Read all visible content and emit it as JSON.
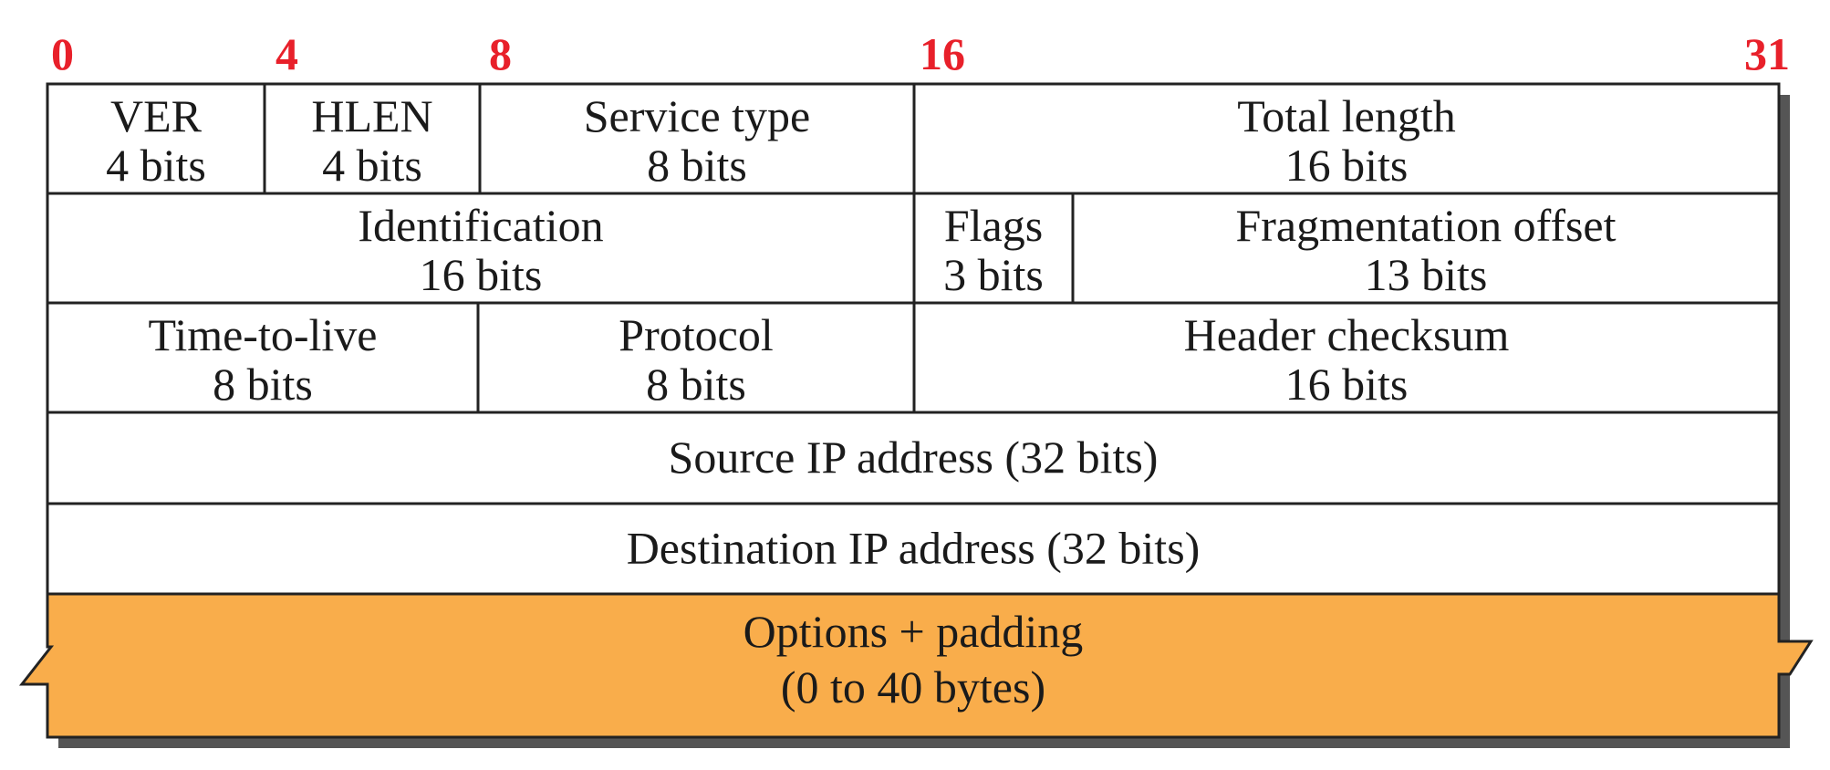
{
  "bit_markers": [
    "0",
    "4",
    "8",
    "16",
    "31"
  ],
  "rows": [
    {
      "name": "row-1",
      "fields": [
        {
          "id": "ver",
          "name": "VER",
          "size": "4 bits"
        },
        {
          "id": "hlen",
          "name": "HLEN",
          "size": "4 bits"
        },
        {
          "id": "service-type",
          "name": "Service type",
          "size": "8 bits"
        },
        {
          "id": "total-length",
          "name": "Total length",
          "size": "16 bits"
        }
      ]
    },
    {
      "name": "row-2",
      "fields": [
        {
          "id": "identification",
          "name": "Identification",
          "size": "16 bits"
        },
        {
          "id": "flags",
          "name": "Flags",
          "size": "3 bits"
        },
        {
          "id": "fragmentation-offset",
          "name": "Fragmentation offset",
          "size": "13 bits"
        }
      ]
    },
    {
      "name": "row-3",
      "fields": [
        {
          "id": "time-to-live",
          "name": "Time-to-live",
          "size": "8 bits"
        },
        {
          "id": "protocol",
          "name": "Protocol",
          "size": "8 bits"
        },
        {
          "id": "header-checksum",
          "name": "Header checksum",
          "size": "16 bits"
        }
      ]
    },
    {
      "name": "row-4",
      "fields": [
        {
          "id": "source-ip-address",
          "name": "Source IP address (32 bits)"
        }
      ]
    },
    {
      "name": "row-5",
      "fields": [
        {
          "id": "destination-ip-address",
          "name": "Destination IP address (32 bits)"
        }
      ]
    }
  ],
  "options": {
    "line1": "Options + padding",
    "line2": "(0 to 40 bytes)"
  },
  "colors": {
    "bit_marker": "#e8202a",
    "options_fill": "#f9ad4b",
    "border": "#222222",
    "shadow": "#555555"
  }
}
